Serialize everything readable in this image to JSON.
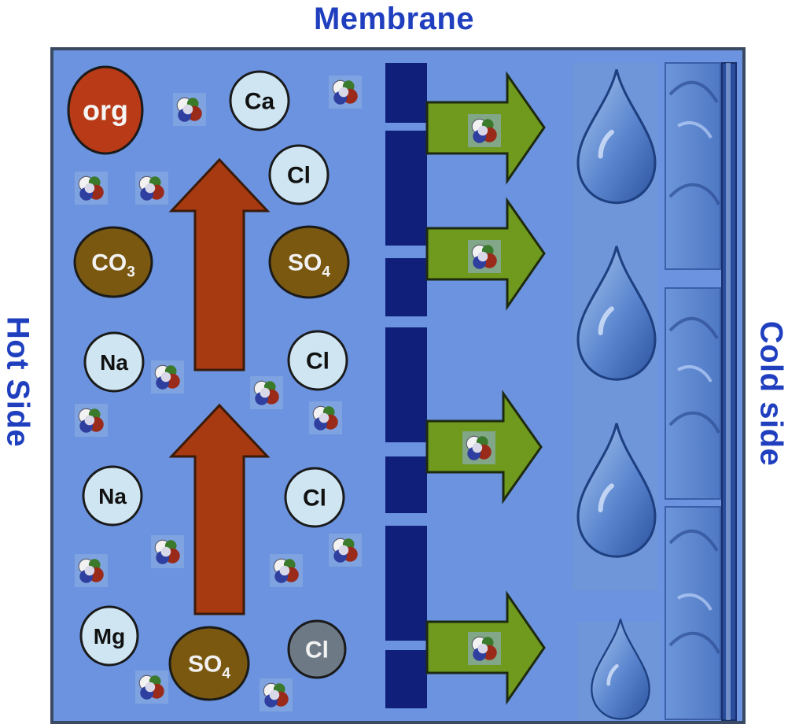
{
  "labels": {
    "title": "Membrane",
    "hot_side": "Hot Side",
    "cold_side": "Cold side"
  },
  "ions": [
    {
      "id": "org",
      "text": "org",
      "sub": "",
      "kind": "org"
    },
    {
      "id": "ca",
      "text": "Ca",
      "sub": "",
      "kind": "light"
    },
    {
      "id": "cl1",
      "text": "Cl",
      "sub": "",
      "kind": "light"
    },
    {
      "id": "co3",
      "text": "CO",
      "sub": "3",
      "kind": "brown"
    },
    {
      "id": "so4a",
      "text": "SO",
      "sub": "4",
      "kind": "brown"
    },
    {
      "id": "na1",
      "text": "Na",
      "sub": "",
      "kind": "light"
    },
    {
      "id": "cl2",
      "text": "Cl",
      "sub": "",
      "kind": "light"
    },
    {
      "id": "na2",
      "text": "Na",
      "sub": "",
      "kind": "light"
    },
    {
      "id": "cl3",
      "text": "Cl",
      "sub": "",
      "kind": "light"
    },
    {
      "id": "mg",
      "text": "Mg",
      "sub": "",
      "kind": "light"
    },
    {
      "id": "so4b",
      "text": "SO",
      "sub": "4",
      "kind": "brown"
    },
    {
      "id": "cl4",
      "text": "Cl",
      "sub": "",
      "kind": "grey"
    }
  ],
  "colors": {
    "panel": "#6b93df",
    "panel_border": "#3a4a63",
    "membrane": "#10207a",
    "flow_arrow": "#a83a12",
    "pass_arrow": "#6f9a1e",
    "ion_light": "#cfe6f2",
    "ion_brown": "#7a5810",
    "ion_grey": "#6d7a86",
    "ion_org": "#b83a16",
    "heading": "#1f3fbf"
  },
  "icons": [
    "water-molecule-icon",
    "water-droplet-icon",
    "membrane-pore-icon"
  ]
}
